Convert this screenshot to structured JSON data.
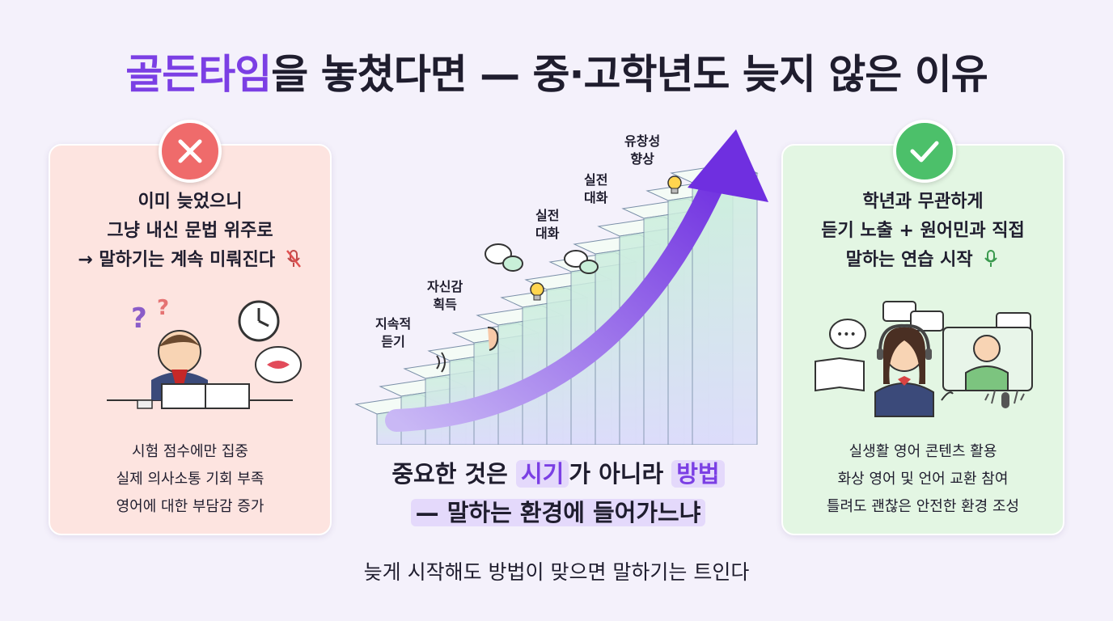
{
  "title": {
    "highlight": "골든타임",
    "rest": "을 놓쳤다면 — 중·고학년도 늦지 않은 이유"
  },
  "left_panel": {
    "heading": [
      "이미 늦었으니",
      "그냥 내신 문법 위주로",
      "→ 말하기는 계속 미뤄진다"
    ],
    "points": [
      "시험 점수에만 집중",
      "실제 의사소통 기회 부족",
      "영어에 대한 부담감 증가"
    ],
    "icon": "x-icon"
  },
  "right_panel": {
    "heading": [
      "학년과 무관하게",
      "듣기 노출 + 원어민과 직접",
      "말하는 연습 시작"
    ],
    "points": [
      "실생활 영어 콘텐츠 활용",
      "화상 영어 및 언어 교환 참여",
      "틀려도 괜찮은 안전한 환경 조성"
    ],
    "icon": "check-icon"
  },
  "stairs": {
    "steps": [
      {
        "label": "지속적\n듣기",
        "icon": "sound-icon"
      },
      {
        "label": "자신감\n획득",
        "icon": "ear-icon"
      },
      {
        "label": "실전\n대화",
        "icon": "lightbulb-icon"
      },
      {
        "label": "실전\n대화",
        "icon": "chat-icon"
      },
      {
        "label": "유창성\n향상",
        "icon": "lightbulb-icon"
      }
    ]
  },
  "center_message": {
    "line1_a": "중요한 것은 ",
    "line1_b": "시기",
    "line1_c": "가 아니라 ",
    "line1_d": "방법",
    "line2": "— 말하는 환경에 들어가느냐"
  },
  "footer": "늦게 시작해도 방법이 맞으면 말하기는 트인다",
  "colors": {
    "accent": "#7b3fe4",
    "left_bg": "#fde4e0",
    "right_bg": "#e3f6e3",
    "danger": "#ef6b6b",
    "success": "#4cc06a"
  }
}
